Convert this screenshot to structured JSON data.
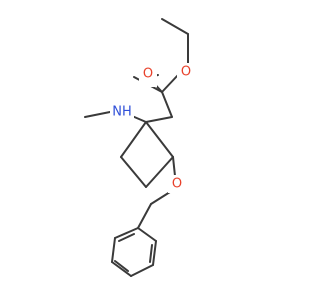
{
  "molecule": {
    "atoms": [
      {
        "id": "o_ester",
        "label": "O",
        "color": "#e8412b"
      },
      {
        "id": "o_carbonyl",
        "label": "O",
        "color": "#e8412b"
      },
      {
        "id": "n_amine",
        "label": "NH",
        "color": "#2f4fd8"
      },
      {
        "id": "o_ether",
        "label": "O",
        "color": "#e8412b"
      }
    ],
    "bond_color": "#3a3a3a"
  }
}
